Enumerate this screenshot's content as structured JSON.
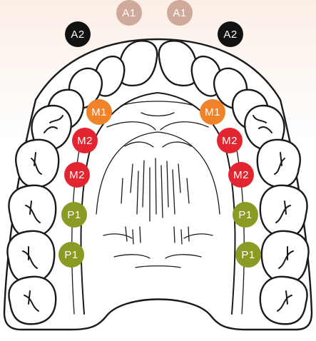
{
  "colors": {
    "A1": "#cfa99a",
    "A2": "#111111",
    "M1": "#f0822a",
    "M2": "#e22530",
    "P1": "#8a9a22"
  },
  "markers": [
    {
      "id": "a1-left",
      "label": "A1",
      "type": "A1"
    },
    {
      "id": "a1-right",
      "label": "A1",
      "type": "A1"
    },
    {
      "id": "a2-left",
      "label": "A2",
      "type": "A2"
    },
    {
      "id": "a2-right",
      "label": "A2",
      "type": "A2"
    },
    {
      "id": "m1-left",
      "label": "M1",
      "type": "M1"
    },
    {
      "id": "m1-right",
      "label": "M1",
      "type": "M1"
    },
    {
      "id": "m2-left-upper",
      "label": "M2",
      "type": "M2"
    },
    {
      "id": "m2-right-upper",
      "label": "M2",
      "type": "M2"
    },
    {
      "id": "m2-left-lower",
      "label": "M2",
      "type": "M2"
    },
    {
      "id": "m2-right-lower",
      "label": "M2",
      "type": "M2"
    },
    {
      "id": "p1-left-upper",
      "label": "P1",
      "type": "P1"
    },
    {
      "id": "p1-right-upper",
      "label": "P1",
      "type": "P1"
    },
    {
      "id": "p1-left-lower",
      "label": "P1",
      "type": "P1"
    },
    {
      "id": "p1-right-lower",
      "label": "P1",
      "type": "P1"
    }
  ]
}
